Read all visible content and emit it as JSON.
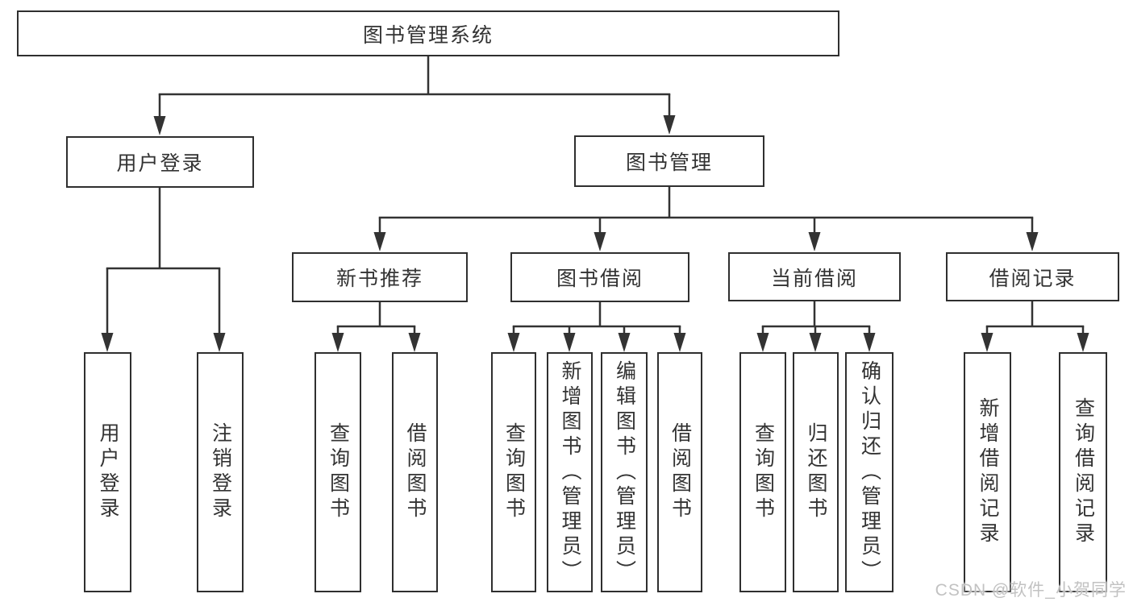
{
  "tree": {
    "root": {
      "label": "图书管理系统"
    },
    "children": [
      {
        "label": "用户登录",
        "children": [
          {
            "label": "用户登录"
          },
          {
            "label": "注销登录"
          }
        ]
      },
      {
        "label": "图书管理",
        "children": [
          {
            "label": "新书推荐",
            "children": [
              {
                "label": "查询图书"
              },
              {
                "label": "借阅图书"
              }
            ]
          },
          {
            "label": "图书借阅",
            "children": [
              {
                "label": "查询图书"
              },
              {
                "label": "新增图书（管理员）"
              },
              {
                "label": "编辑图书（管理员）"
              },
              {
                "label": "借阅图书"
              }
            ]
          },
          {
            "label": "当前借阅",
            "children": [
              {
                "label": "查询图书"
              },
              {
                "label": "归还图书"
              },
              {
                "label": "确认归还（管理员）"
              }
            ]
          },
          {
            "label": "借阅记录",
            "children": [
              {
                "label": "新增借阅记录"
              },
              {
                "label": "查询借阅记录"
              }
            ]
          }
        ]
      }
    ]
  },
  "watermark": {
    "text": "CSDN @软件_小贺同学"
  },
  "colors": {
    "background": "#ffffff",
    "box_fill": "#ffffff",
    "box_border": "#2f2f2f",
    "line": "#333333",
    "text": "#333333",
    "watermark": "#c2c2c2"
  }
}
